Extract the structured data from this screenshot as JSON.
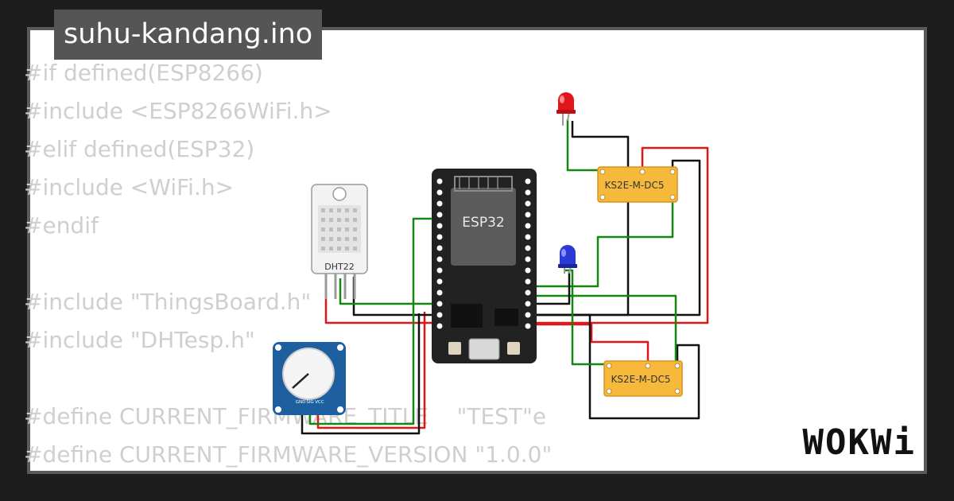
{
  "project": {
    "filename": "suhu-kandang.ino"
  },
  "code_lines": [
    "#if defined(ESP8266)",
    "#include <ESP8266WiFi.h>",
    "#elif defined(ESP32)",
    "#include <WiFi.h>",
    "#endif",
    "",
    "#include \"ThingsBoard.h\"",
    "#include \"DHTesp.h\"",
    "",
    "#define CURRENT_FIRMWARE_TITLE    \"TEST\"e",
    "#define CURRENT_FIRMWARE_VERSION \"1.0.0\""
  ],
  "components": {
    "mcu_label": "ESP32",
    "sensor_label": "DHT22",
    "relay_top_label": "KS2E-M-DC5",
    "relay_bottom_label": "KS2E-M-DC5",
    "pot_pins": [
      "GND",
      "SIG",
      "VCC"
    ],
    "led_top_color": "red",
    "led_bottom_color": "blue"
  },
  "brand": {
    "name": "WOKWi"
  },
  "colors": {
    "background": "#1d1d1d",
    "card": "#ffffff",
    "badge": "#555555",
    "code_text": "#cfcfcf",
    "wire_red": "#e0161b",
    "wire_green": "#13870f",
    "wire_black": "#111111",
    "relay": "#f6b93b",
    "pot_board": "#1e5fa0",
    "esp_board": "#222222"
  }
}
